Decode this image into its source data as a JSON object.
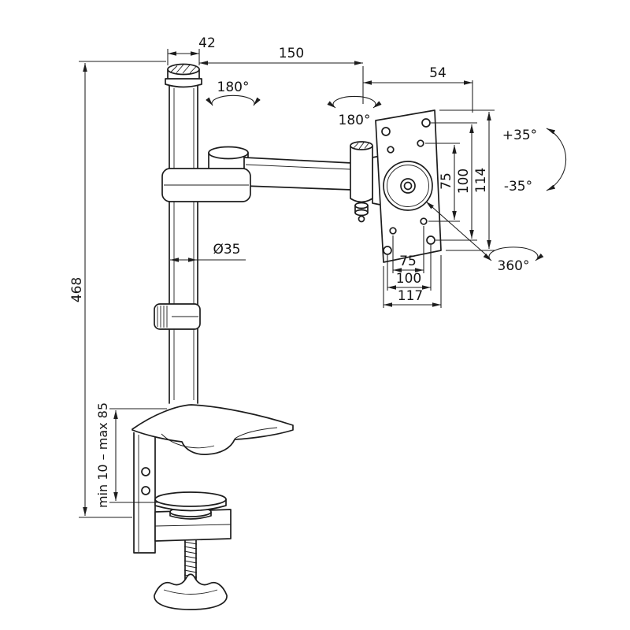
{
  "page": {
    "background_color": "#ffffff",
    "line_color": "#1d1d1d"
  },
  "labels": {
    "cap_width": "42",
    "arm_reach": "150",
    "head_offset": "54",
    "pole_rotation": "180°",
    "arm_rotation": "180°",
    "tilt_up": "+35°",
    "tilt_down": "-35°",
    "head_rotation": "360°",
    "pole_diameter": "Ø35",
    "column_height": "468",
    "clamp_range": "min 10 – max 85",
    "vesa_v_75": "75",
    "vesa_v_100": "100",
    "plate_height": "114",
    "vesa_h_75": "75",
    "vesa_h_100": "100",
    "plate_width": "117"
  }
}
